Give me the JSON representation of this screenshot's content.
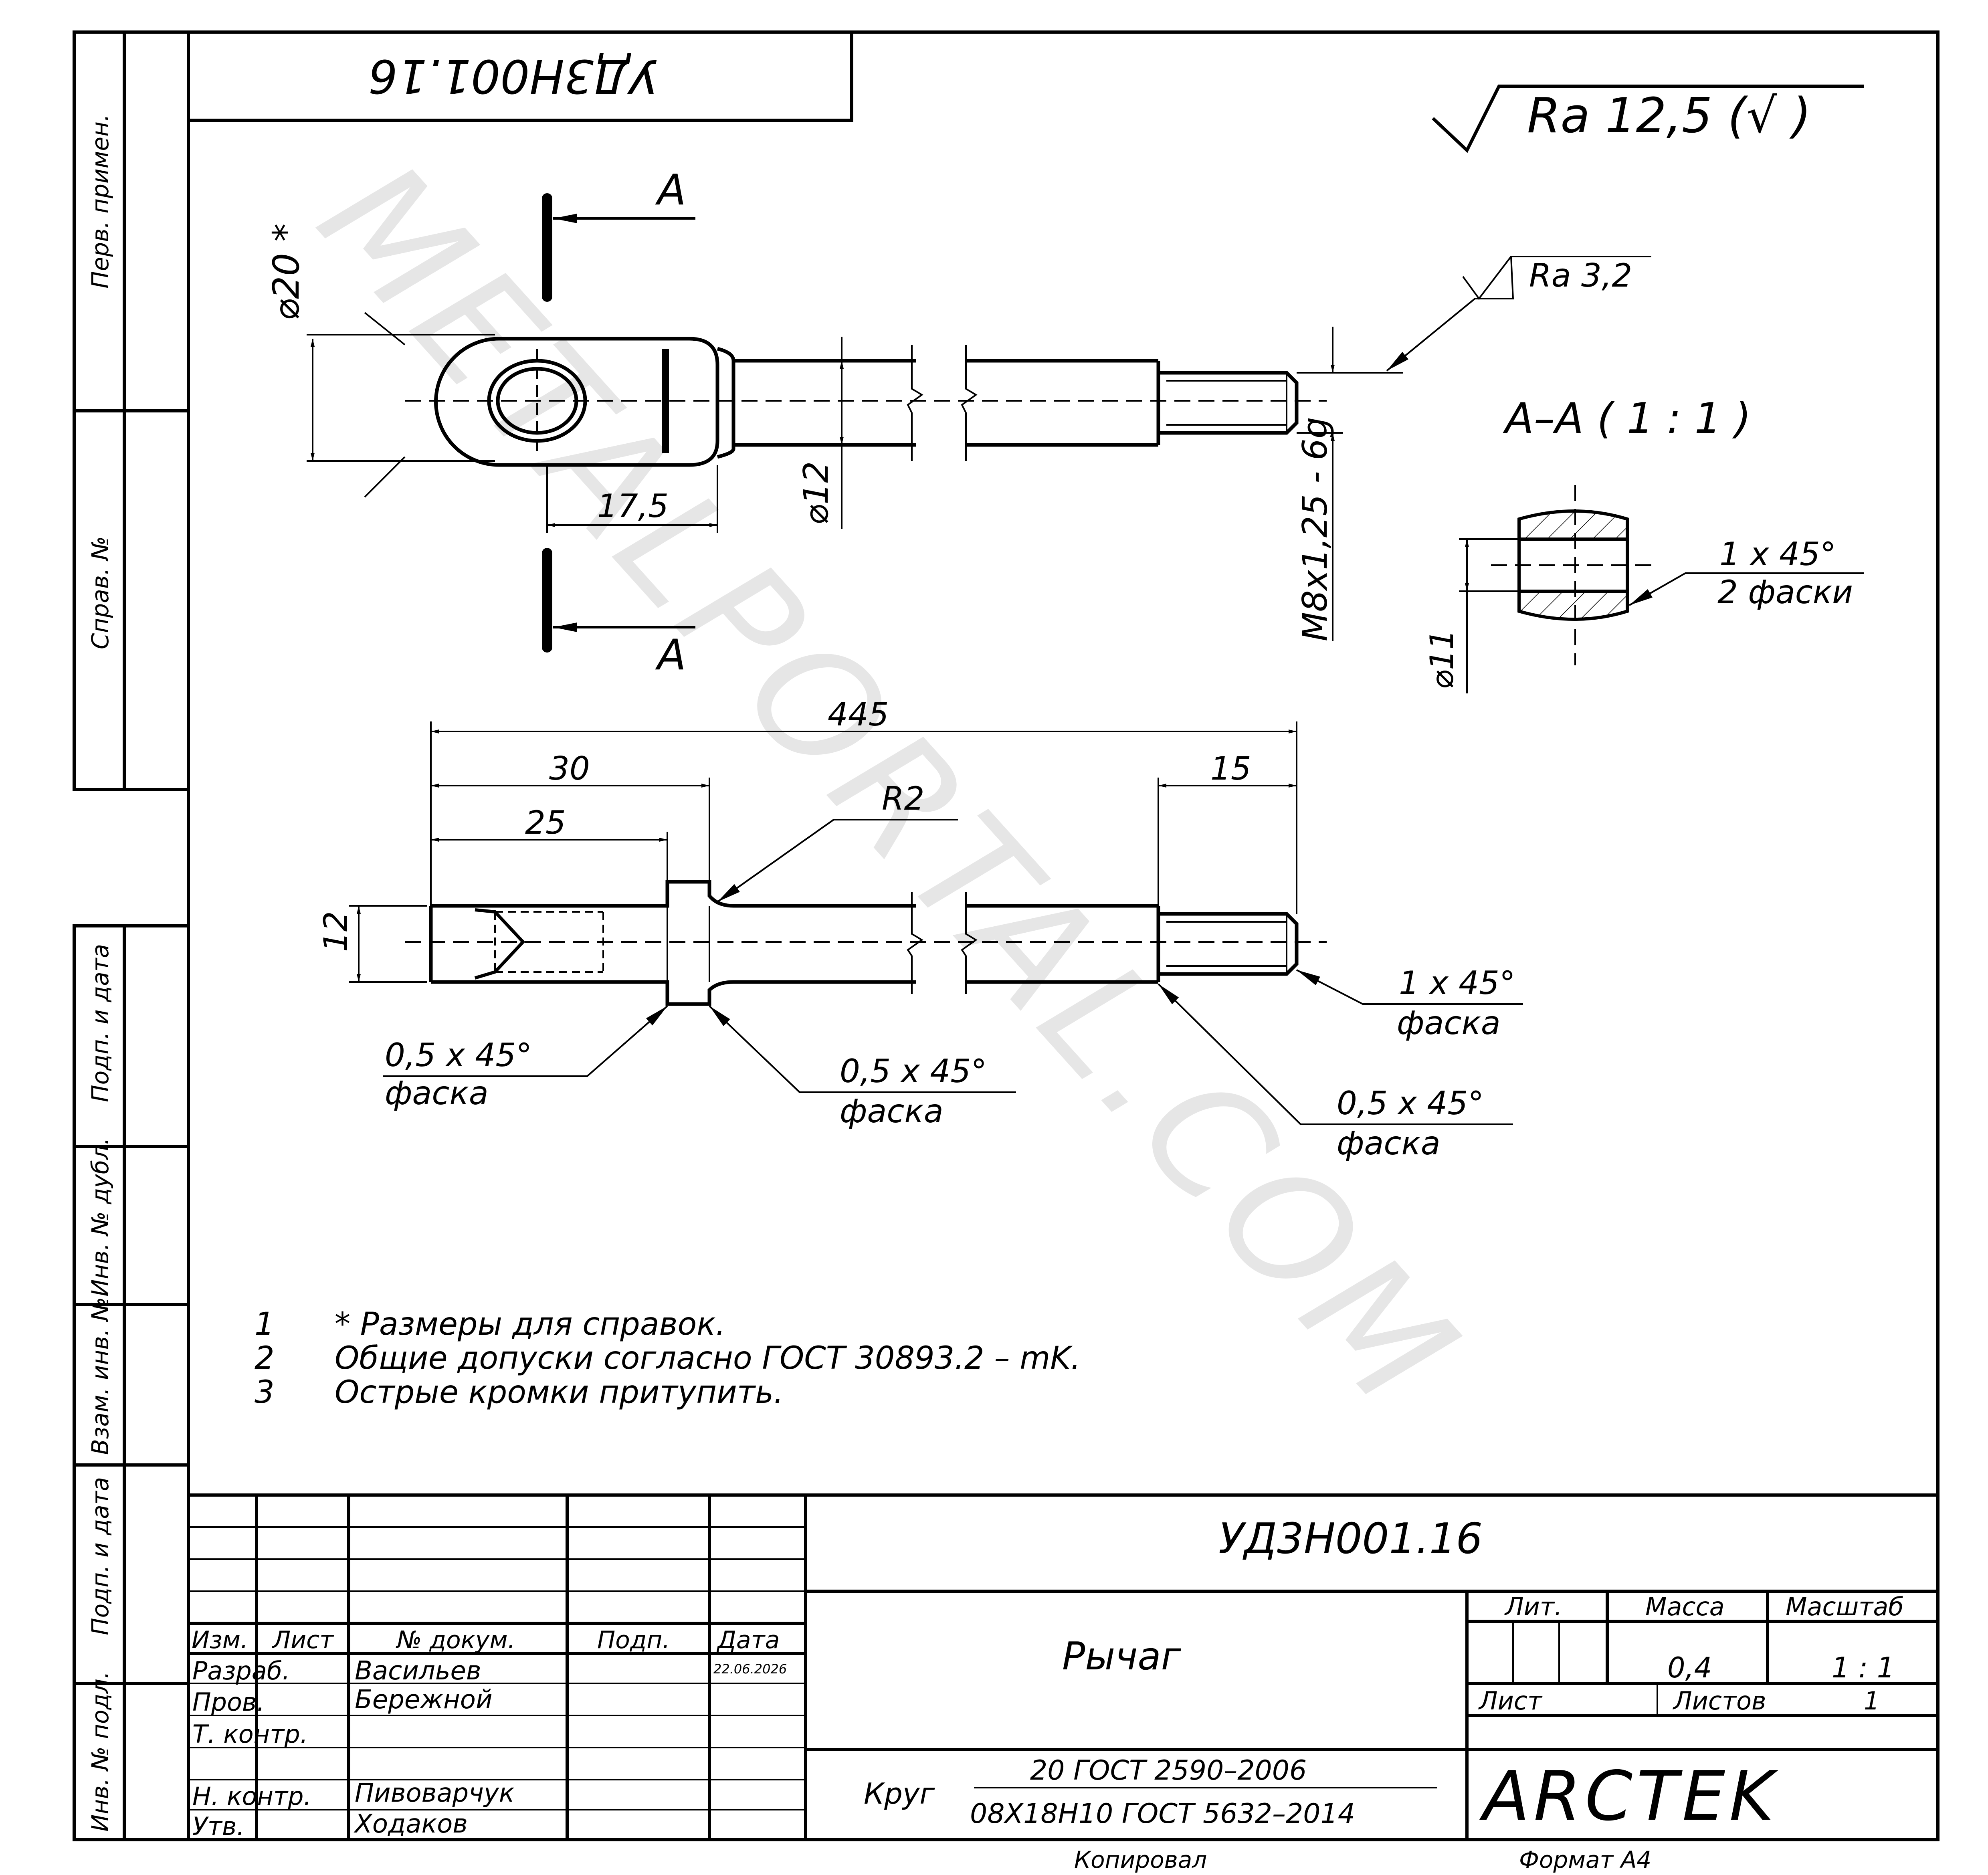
{
  "stamp_top": "УД3Н001.16",
  "roughness": {
    "general": "Ra 12,5 (√ )",
    "thread": "Ra 3,2"
  },
  "section": {
    "label": "А–А ( 1 : 1 )",
    "cut_letter": "А"
  },
  "dims": {
    "d20": "⌀20 *",
    "d12": "⌀12",
    "d11": "⌀11",
    "l17_5": "17,5",
    "thread": "М8х1,25 - 6g",
    "l445": "445",
    "l30": "30",
    "l25": "25",
    "l15": "15",
    "r2": "R2",
    "h12": "12"
  },
  "chamfers": {
    "cham_1x45": "1 х 45°",
    "two_cham": "2 фаски",
    "cham_1x45b": "1 х 45°",
    "cham_word": "фаска",
    "cham_05a": "0,5 х 45°",
    "cham_05b": "0,5 х 45°",
    "cham_05c": "0,5 х 45°"
  },
  "notes": [
    {
      "num": "1",
      "text": "* Размеры для справок."
    },
    {
      "num": "2",
      "text": "Общие допуски согласно ГОСТ 30893.2 – mK."
    },
    {
      "num": "3",
      "text": "Острые кромки притупить."
    }
  ],
  "side_labels": {
    "perv": "Перв. примен.",
    "sprav": "Справ. №",
    "podp1": "Подп. и дата",
    "inv_dubl": "Инв. № дубл.",
    "vzam": "Взам. инв. №",
    "podp2": "Подп. и дата",
    "inv_podl": "Инв. № подл."
  },
  "title_block": {
    "designation": "УД3Н001.16",
    "part_name": "Рычаг",
    "headers": {
      "izm": "Изм.",
      "list": "Лист",
      "doc": "№ докум.",
      "podp": "Подп.",
      "date": "Дата"
    },
    "roles": {
      "razrab": "Разраб.",
      "prov": "Пров.",
      "tkontr": "Т. контр.",
      "nkontr": "Н. контр.",
      "utv": "Утв."
    },
    "names": {
      "razrab": "Васильев",
      "prov": "Бережной",
      "nkontr": "Пивоварчук",
      "utv": "Ходаков"
    },
    "date_value": "22.06.2026",
    "lit": "Лит.",
    "mass_label": "Масса",
    "scale_label": "Масштаб",
    "mass": "0,4",
    "scale": "1 : 1",
    "sheet_label": "Лист",
    "sheets_label": "Листов",
    "sheets": "1",
    "material_prefix": "Круг",
    "material_top": "20 ГОСТ 2590–2006",
    "material_bottom": "08Х18Н10 ГОСТ 5632–2014",
    "logo": "ARCTEK"
  },
  "footer": {
    "copied": "Копировал",
    "format": "Формат А4"
  },
  "watermark": "METALPORTAL.COM"
}
